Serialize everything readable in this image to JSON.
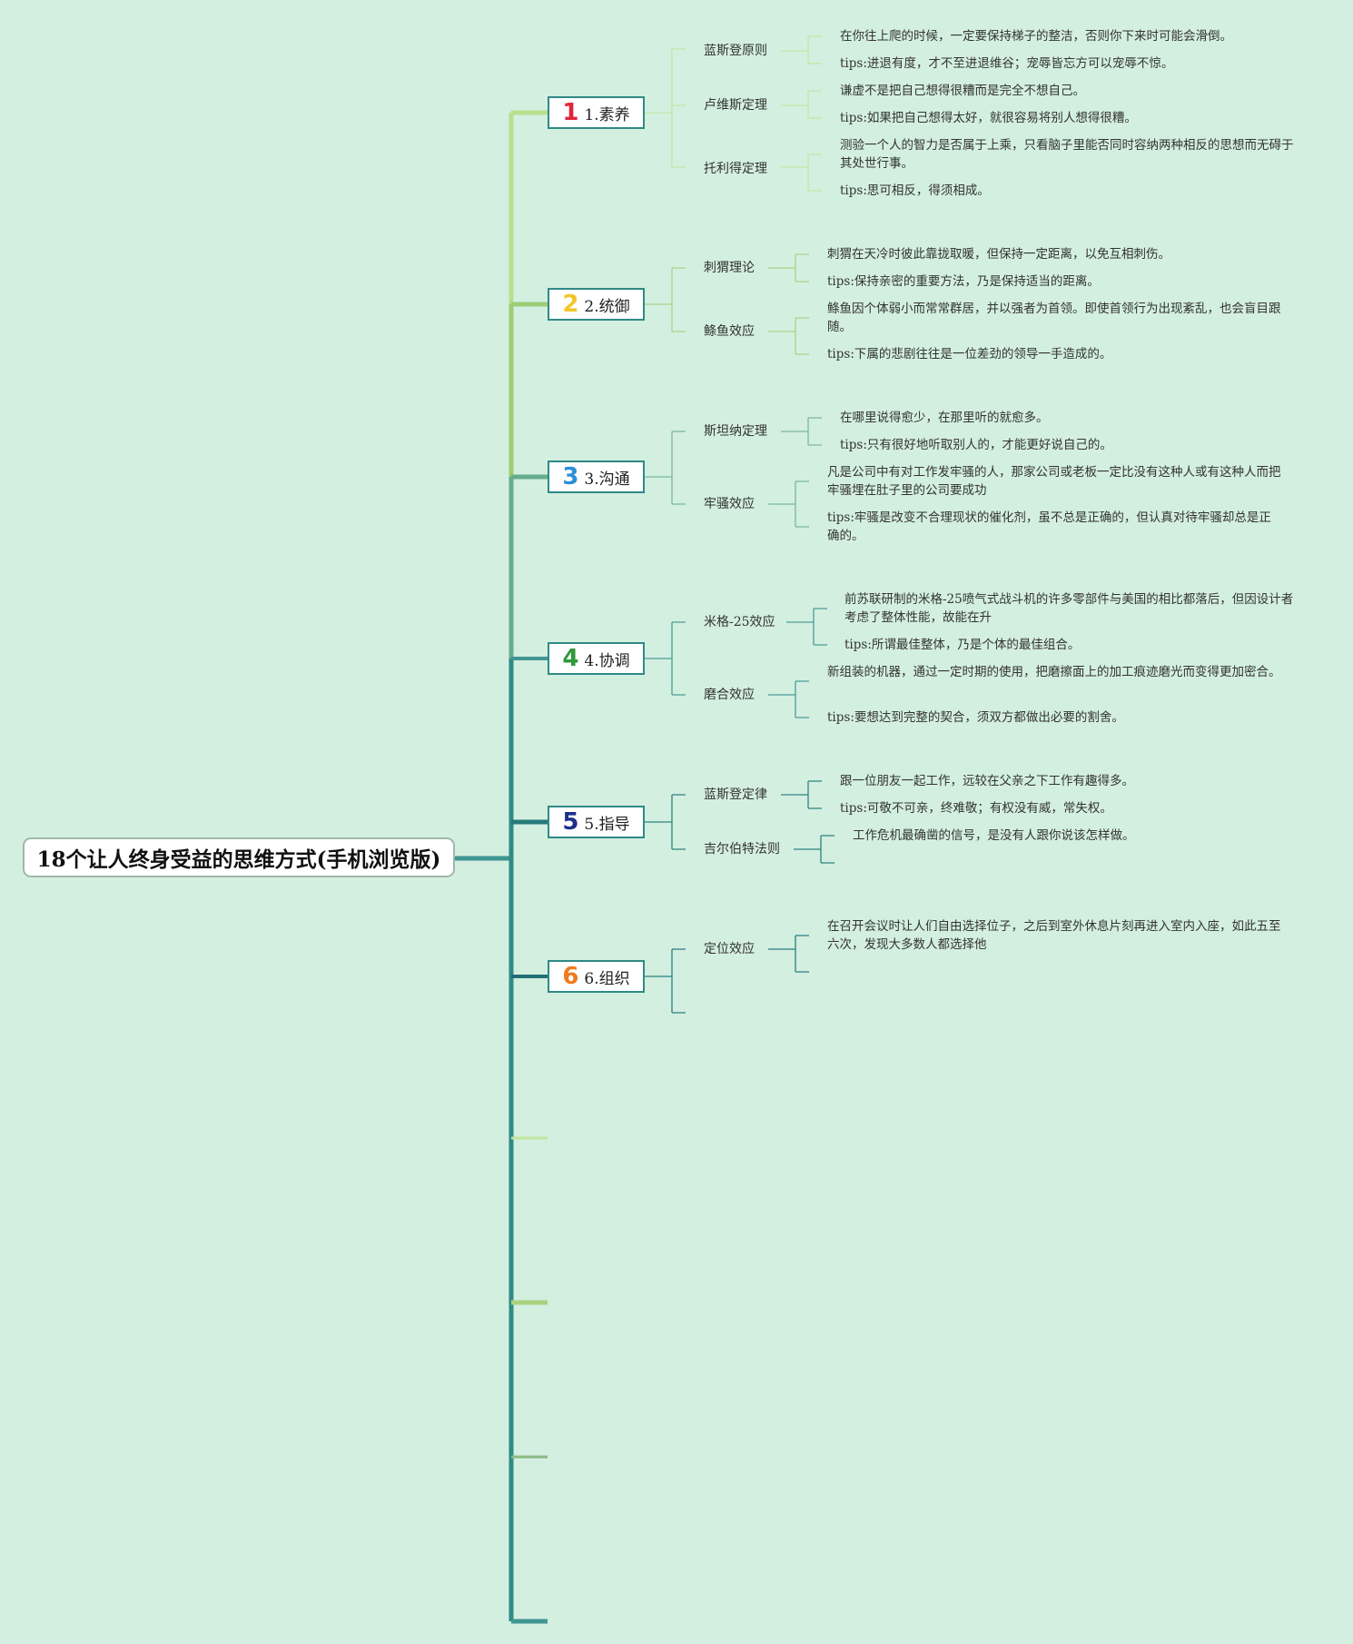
{
  "root": {
    "title": "18个让人终身受益的思维方式(手机浏览版)"
  },
  "topics": [
    {
      "num": "1",
      "label": "1.素养",
      "num_color": "#e0243a",
      "subs": [
        {
          "label": "蓝斯登原则",
          "leaves": [
            "在你往上爬的时候，一定要保持梯子的整洁，否则你下来时可能会滑倒。",
            "tips:进退有度，才不至进退维谷；宠辱皆忘方可以宠辱不惊。"
          ]
        },
        {
          "label": "卢维斯定理",
          "leaves": [
            "谦虚不是把自己想得很糟而是完全不想自己。",
            "tips:如果把自己想得太好，就很容易将别人想得很糟。"
          ]
        },
        {
          "label": "托利得定理",
          "leaves": [
            "测验一个人的智力是否属于上乘，只看脑子里能否同时容纳两种相反的思想而无碍于其处世行事。",
            "tips:思可相反，得须相成。"
          ]
        }
      ]
    },
    {
      "num": "2",
      "label": "2.统御",
      "num_color": "#f2c62b",
      "subs": [
        {
          "label": "刺猬理论",
          "leaves": [
            "刺猬在天冷时彼此靠拢取暖，但保持一定距离，以免互相刺伤。",
            "tips:保持亲密的重要方法，乃是保持适当的距离。"
          ]
        },
        {
          "label": "鲦鱼效应",
          "leaves": [
            "鲦鱼因个体弱小而常常群居，并以强者为首领。即使首领行为出现紊乱，也会盲目跟随。",
            "tips:下属的悲剧往往是一位差劲的领导一手造成的。"
          ]
        }
      ]
    },
    {
      "num": "3",
      "label": "3.沟通",
      "num_color": "#2b8fd6",
      "subs": [
        {
          "label": "斯坦纳定理",
          "leaves": [
            "在哪里说得愈少，在那里听的就愈多。",
            "tips:只有很好地听取别人的，才能更好说自己的。"
          ]
        },
        {
          "label": "牢骚效应",
          "leaves": [
            "凡是公司中有对工作发牢骚的人，那家公司或老板一定比没有这种人或有这种人而把牢骚埋在肚子里的公司要成功",
            "tips:牢骚是改变不合理现状的催化剂，虽不总是正确的，但认真对待牢骚却总是正确的。"
          ]
        }
      ]
    },
    {
      "num": "4",
      "label": "4.协调",
      "num_color": "#2e9a3a",
      "subs": [
        {
          "label": "米格-25效应",
          "leaves": [
            "前苏联研制的米格-25喷气式战斗机的许多零部件与美国的相比都落后，但因设计者考虑了整体性能，故能在升",
            "tips:所谓最佳整体，乃是个体的最佳组合。"
          ]
        },
        {
          "label": "磨合效应",
          "leaves": [
            "新组装的机器，通过一定时期的使用，把磨擦面上的加工痕迹磨光而变得更加密合。",
            "tips:要想达到完整的契合，须双方都做出必要的割舍。"
          ]
        }
      ]
    },
    {
      "num": "5",
      "label": "5.指导",
      "num_color": "#1d2f8a",
      "subs": [
        {
          "label": "蓝斯登定律",
          "leaves": [
            "跟一位朋友一起工作，远较在父亲之下工作有趣得多。",
            "tips:可敬不可亲，终难敬；有权没有威，常失权。"
          ]
        },
        {
          "label": "吉尔伯特法则",
          "leaves": [
            "工作危机最确凿的信号，是没有人跟你说该怎样做。"
          ]
        }
      ]
    },
    {
      "num": "6",
      "label": "6.组织",
      "num_color": "#ef7a1c",
      "subs": [
        {
          "label": "定位效应",
          "leaves": [
            "在召开会议时让人们自由选择位子，之后到室外休息片刻再进入室内入座，如此五至六次，发现大多数人都选择他"
          ]
        }
      ]
    }
  ],
  "colors": {
    "background": "#d3efe0",
    "trunk": "#2f8a86",
    "branch_light": "#b6e08e",
    "branch_mid": "#8ec26a",
    "branch_teal": "#5aa88a",
    "branch_dark": "#1f7a7a"
  }
}
